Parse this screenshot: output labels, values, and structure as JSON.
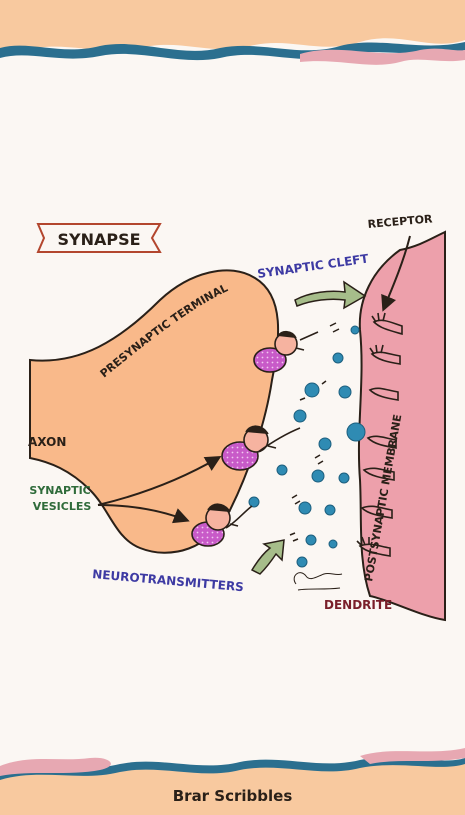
{
  "title": "SYNAPSE",
  "labels": {
    "presynaptic_terminal": "PRESYNAPTIC TERMINAL",
    "synaptic_cleft": "SYNAPTIC CLEFT",
    "receptor": "RECEPTOR",
    "axon": "AXON",
    "synaptic_vesicles_line1": "SYNAPTIC",
    "synaptic_vesicles_line2": "VESICLES",
    "neurotransmitters": "NEUROTRANSMITTERS",
    "postsynaptic_membrane": "POSTSYNAPTIC MEMBRANE",
    "dendrite": "DENDRITE"
  },
  "credit": "Brar Scribbles",
  "colors": {
    "terminal": "#f9b98a",
    "dendrite": "#eda0ab",
    "vesicle": "#2f8bb3",
    "label_blue": "#3d3aa3",
    "label_green": "#2f6b3a",
    "label_dark": "#2a2018",
    "label_maroon": "#7a1f2a",
    "arrow_green": "#a6bd8a",
    "banner_orange": "#f8c99f",
    "banner_teal": "#2b6f8f",
    "banner_pink": "#e7a8b2"
  }
}
